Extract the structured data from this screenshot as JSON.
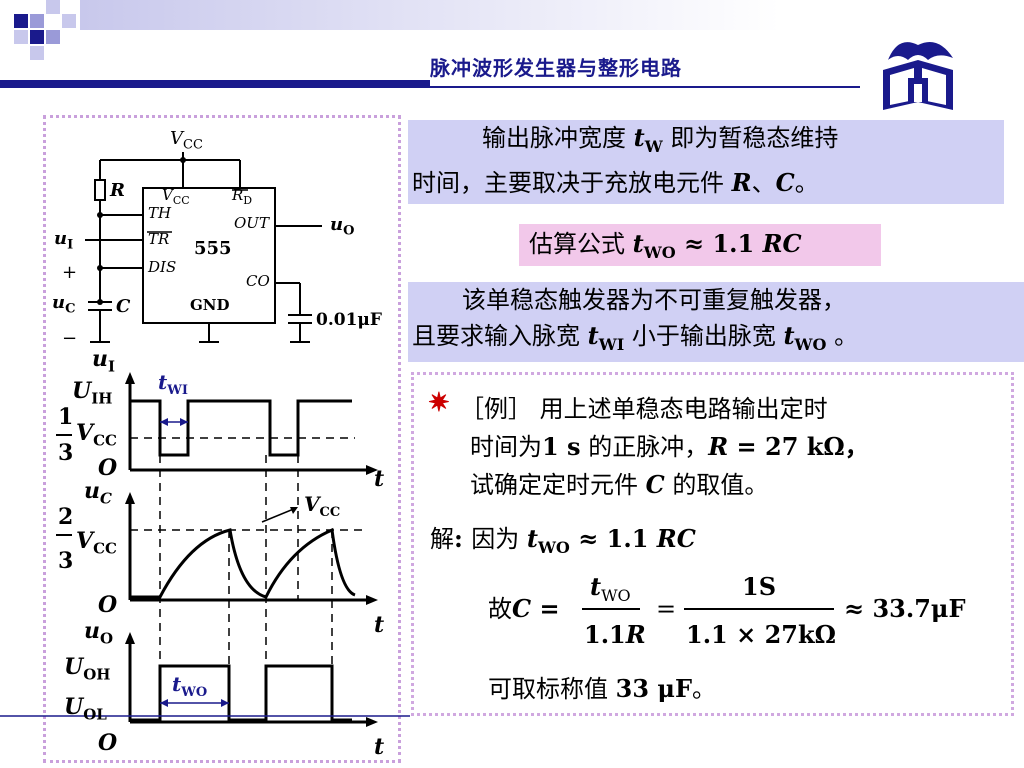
{
  "header": {
    "title": "脉冲波形发生器与整形电路"
  },
  "logo": {
    "icon": "university-crest-icon"
  },
  "circuit": {
    "vcc": "V",
    "vcc_sub": "CC",
    "resistor": "R",
    "capacitor": "C",
    "chip": "555",
    "chip_pins": {
      "vcc": "V",
      "vcc_sub": "CC",
      "rd": "R",
      "rd_sub": "D",
      "th": "TH",
      "tr": "TR",
      "dis": "DIS",
      "out": "OUT",
      "co": "CO",
      "gnd": "GND"
    },
    "input": "u",
    "input_sub": "I",
    "output": "u",
    "output_sub": "O",
    "uc": "u",
    "uc_sub": "C",
    "plus": "+",
    "minus": "−",
    "co_cap": "0.01μF"
  },
  "waveforms": {
    "ui": {
      "label": "u",
      "sub": "I",
      "high": "U",
      "high_sub": "IH",
      "third_num": "1",
      "third_den": "3",
      "third_v": "V",
      "third_sub": "CC",
      "origin": "O",
      "t": "t",
      "pulse": "t",
      "pulse_sub": "WI"
    },
    "uc": {
      "label": "u",
      "sub": "C",
      "vcc": "V",
      "vcc_sub": "CC",
      "two_num": "2",
      "two_den": "3",
      "two_v": "V",
      "two_sub": "CC",
      "origin": "O",
      "t": "t"
    },
    "uo": {
      "label": "u",
      "sub": "O",
      "oh": "U",
      "oh_sub": "OH",
      "ol": "U",
      "ol_sub": "OL",
      "origin": "O",
      "t": "t",
      "pulse": "t",
      "pulse_sub": "WO"
    }
  },
  "box1": {
    "line1_pre": "输出脉冲宽度 ",
    "tw": "t",
    "tw_sub": "W",
    "line1_post": " 即为暂稳态维持",
    "line2_pre": "时间，主要取决于充放电元件 ",
    "r": "R",
    "sep": "、",
    "c": "C",
    "end": "。"
  },
  "box2": {
    "pre": "估算公式  ",
    "t": "t",
    "sub": "WO",
    "approx": " ≈ 1.1 ",
    "rc": "RC"
  },
  "box3": {
    "line1": "该单稳态触发器为不可重复触发器，",
    "line2_pre": "且要求输入脉宽 ",
    "t1": "t",
    "t1_sub": "WI",
    "mid": " 小于输出脉宽 ",
    "t2": "t",
    "t2_sub": "WO",
    "end": " 。"
  },
  "example": {
    "star": "✷",
    "line1": "［例］ 用上述单稳态电路输出定时",
    "line2_pre": "时间为",
    "one_s": "1 s",
    "line2_mid": " 的正脉冲，",
    "r_eq": "R",
    "r_val": " = 27 kΩ，",
    "line3_pre": "试确定定时元件 ",
    "c": "C",
    "line3_post": " 的取值。",
    "sol_pre": "解",
    "sol_colon": ": ",
    "sol_text": "因为 ",
    "sol_t": "t",
    "sol_sub": "WO",
    "sol_eq": " ≈ 1.1 ",
    "sol_rc": "RC",
    "gu": "故",
    "c2": "C",
    "eq1": " = ",
    "num1_t": "t",
    "num1_sub": "WO",
    "den1": "1.1",
    "den1_r": "R",
    "eq2": "=",
    "num2": "1S",
    "den2": "1.1 × 27kΩ",
    "result": "≈ 33.7μF",
    "final_pre": "可取标称值 ",
    "final_val": "33 μF",
    "final_end": "。"
  },
  "colors": {
    "header": "#1a1a8c",
    "box_blue": "#d0d0f4",
    "box_pink": "#f2c8ea",
    "border": "#c9a0dc",
    "pulse_label": "#1a1a8c",
    "star": "#cc0000"
  }
}
